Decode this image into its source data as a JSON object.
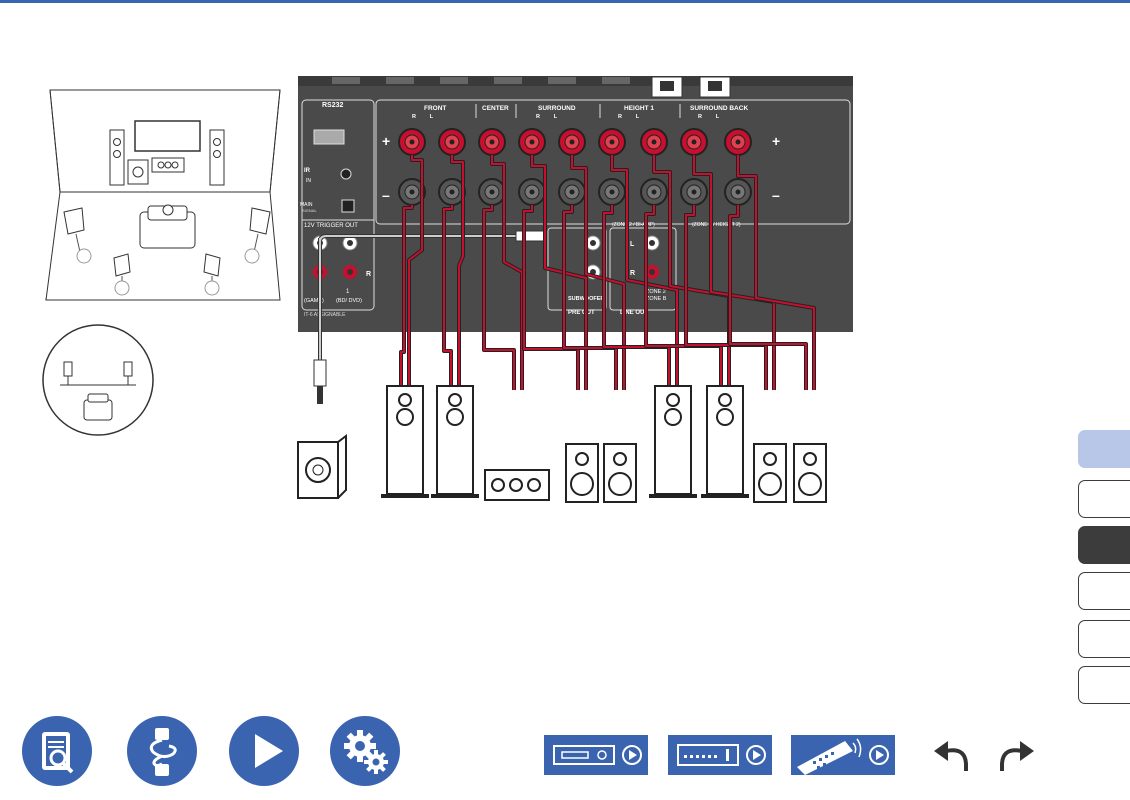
{
  "receiver": {
    "port_labels": {
      "rs232": "RS232",
      "ir": "IR",
      "ir_in": "IN",
      "main": "MAIN",
      "signal": "SIGNAL",
      "trigger": "12V TRIGGER OUT",
      "subwoofer": "SUBWOOFER",
      "pre_out": "PRE OUT",
      "zone2": "ZONE 2",
      "zoneb": "ZONE B",
      "line_out": "LINE OUT",
      "in_game": "(GAME)",
      "in_bd": "(BD/ DVD)",
      "in_num": "1",
      "assignable": "IT-6 ASSIGNABLE",
      "ch_l": "L",
      "ch_r": "R",
      "plus": "+",
      "minus": "–"
    },
    "groups": [
      {
        "label": "FRONT",
        "channels": "R         L"
      },
      {
        "label": "CENTER",
        "channels": ""
      },
      {
        "label": "SURROUND",
        "channels": "R         L"
      },
      {
        "label": "HEIGHT 1",
        "channels": "R         L"
      },
      {
        "label": "SURROUND BACK",
        "channels": "R         L"
      }
    ],
    "sub_labels": [
      "(ZONE 2 / BI-AMP)",
      "(ZONE 2 / HEIGHT 2)"
    ]
  },
  "sidebar": {
    "tabs": [
      {
        "name": "tab-1",
        "style": "blue"
      },
      {
        "name": "tab-2",
        "style": "outline"
      },
      {
        "name": "tab-3",
        "style": "dark"
      },
      {
        "name": "tab-4",
        "style": "outline"
      },
      {
        "name": "tab-5",
        "style": "outline"
      },
      {
        "name": "tab-6",
        "style": "outline"
      }
    ]
  },
  "footer": {
    "circle_buttons": [
      "manual-icon",
      "connection-icon",
      "playback-icon",
      "settings-icon"
    ],
    "rect_buttons": [
      "front-panel-icon",
      "rear-panel-icon",
      "remote-icon"
    ],
    "arrows": [
      "undo-icon",
      "redo-icon"
    ]
  },
  "colors": {
    "accent": "#3a64b0",
    "tab_blue": "#b8c6e7",
    "tab_dark": "#3c3c3c",
    "panel": "#4a4a4a",
    "wire_red": "#c8102e"
  }
}
